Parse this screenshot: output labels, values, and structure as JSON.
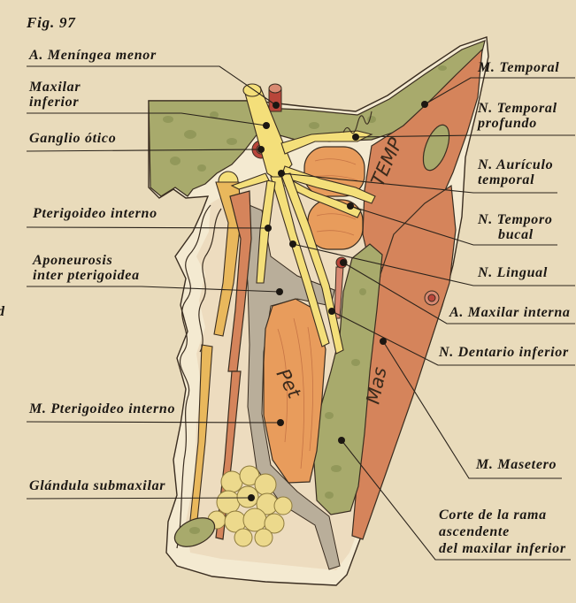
{
  "figure": {
    "number": "Fig. 97",
    "margin_fragment": "d"
  },
  "left_labels": [
    {
      "lines": [
        "A. Meníngea menor"
      ]
    },
    {
      "lines": [
        "Maxilar",
        "inferior"
      ]
    },
    {
      "lines": [
        "Ganglio ótico"
      ]
    },
    {
      "lines": [
        "Pterigoideo interno"
      ]
    },
    {
      "lines": [
        "Aponeurosis",
        "inter pterigoidea"
      ]
    },
    {
      "lines": [
        "M. Pterigoideo interno"
      ]
    },
    {
      "lines": [
        "Glándula submaxilar"
      ]
    }
  ],
  "right_labels": [
    {
      "lines": [
        "M. Temporal"
      ]
    },
    {
      "lines": [
        "N. Temporal",
        "profundo"
      ]
    },
    {
      "lines": [
        "N. Aurículo",
        "temporal"
      ]
    },
    {
      "lines": [
        "N. Temporo",
        "bucal"
      ]
    },
    {
      "lines": [
        "N. Lingual"
      ]
    },
    {
      "lines": [
        "A. Maxilar interna"
      ]
    },
    {
      "lines": [
        "N. Dentario inferior"
      ]
    },
    {
      "lines": [
        "M. Masetero"
      ]
    },
    {
      "lines": [
        "Corte de la rama",
        "ascendente",
        "del maxilar inferior"
      ]
    }
  ],
  "handwritten": {
    "temporal": "TEMP",
    "pterygoid": "Pet",
    "masseter": "Mas"
  },
  "colors": {
    "background": "#e9dbbb",
    "skin": "#f4ead1",
    "interior": "#eddcbf",
    "bone": "#a8aa6c",
    "bone_speck": "#8b9154",
    "muscle": "#d5845b",
    "muscle_light": "#e89c5c",
    "nerve": "#f4df7a",
    "artery": "#b9463a",
    "artery_light": "#d98a72",
    "fascia": "#b9ae9a",
    "gland": "#ecd98c",
    "duct": "#e9b85c",
    "outline": "#3a2d20",
    "text": "#1c1814"
  }
}
